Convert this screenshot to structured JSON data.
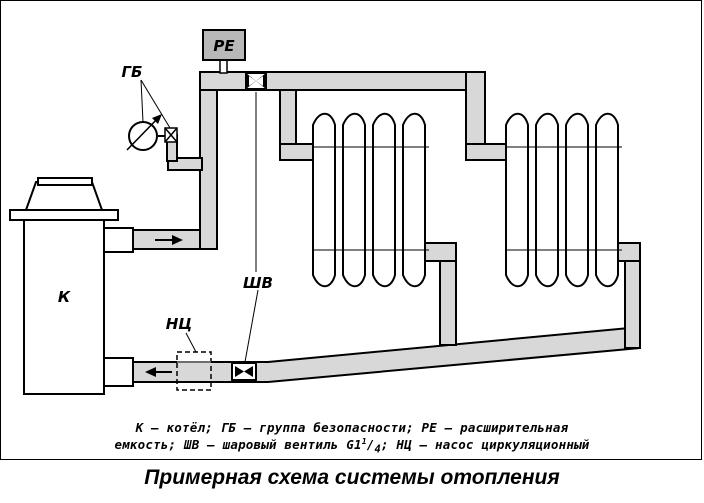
{
  "labels": {
    "pe": "PE",
    "gb": "ГБ",
    "k": "К",
    "nc": "НЦ",
    "shv": "ШВ"
  },
  "legend": {
    "line1": "К – котёл; ГБ – группа безопасности; РЕ – расширительная",
    "line2_part1": "емкость; ШВ – шаровый вентиль G1",
    "line2_sup": "1",
    "line2_sep": "/",
    "line2_sub": "4",
    "line2_part2": "; НЦ – насос циркуляционный"
  },
  "caption": "Примерная схема системы отопления",
  "colors": {
    "pipe": "#d8d8d8",
    "expansion_tank": "#b8b8b8",
    "outline": "#000000"
  }
}
